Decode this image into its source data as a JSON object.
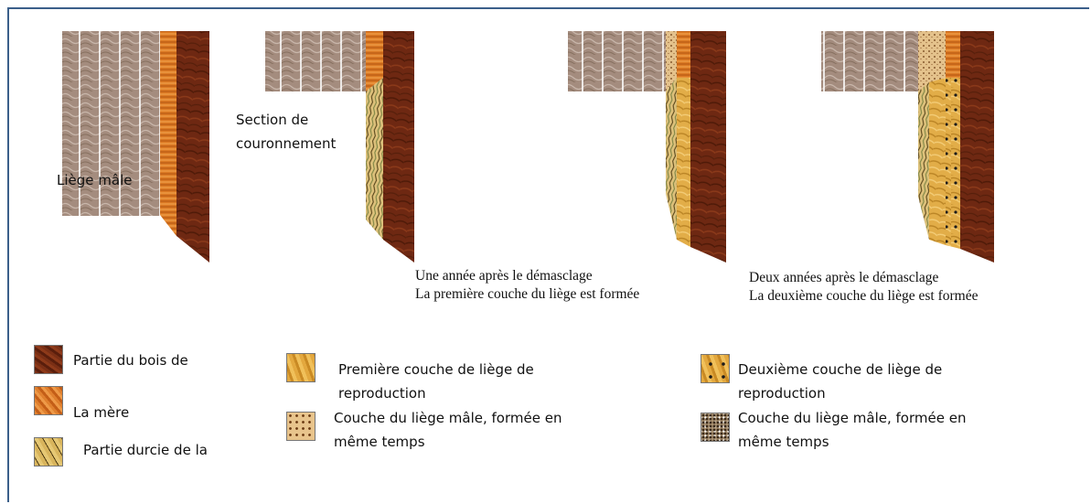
{
  "labels": {
    "liege_male": "Liège mâle",
    "section_line1": "Section de",
    "section_line2": "couronnement"
  },
  "captions": {
    "un_an_line1": "Une année après le démasclage",
    "un_an_line2": "La première couche du liège est formée",
    "deux_ans_line1": "Deux années après le démasclage",
    "deux_ans_line2": "La deuxième  couche du liège est formée"
  },
  "legend": {
    "bois": "Partie du bois de",
    "mere": "La mère",
    "durcie": "Partie durcie de la",
    "premiere_line1": "Première couche de liège de",
    "premiere_line2": "reproduction",
    "male1_line1": "Couche du liège  mâle, formée en",
    "male1_line2": "même temps",
    "deuxieme_line1": "Deuxième couche de liège de",
    "deuxieme_line2": "reproduction",
    "male2_line1": "Couche du liège mâle, formée  en",
    "male2_line2": "même temps"
  },
  "colors": {
    "bois": "#6e2812",
    "mere": "#d9731f",
    "liege_male": "#9c8476",
    "premiere_couche": "#e0a83c",
    "frame": "#3b5f8a"
  }
}
